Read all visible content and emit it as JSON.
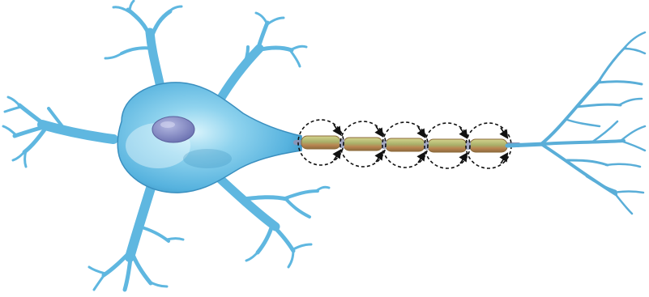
{
  "diagram": {
    "subject": "neuron",
    "components": [
      "dendrites",
      "cell-body",
      "nucleus",
      "myelinated-axon",
      "myelin-sheath-segments",
      "nodes-of-ranvier",
      "saltatory-current-loops",
      "axon-terminals"
    ],
    "myelin_segment_count": 5,
    "current_loop_count": 5
  },
  "colors": {
    "soma": "#6fc3e6",
    "soma_dark": "#3f9ccb",
    "soma_light": "#c9ecf8",
    "nucleus": "#7f86c4",
    "myelin": "#9fa86a",
    "myelin_edge": "#b7764a",
    "node": "#9a9fb8",
    "loop": "#1a1a1a"
  }
}
